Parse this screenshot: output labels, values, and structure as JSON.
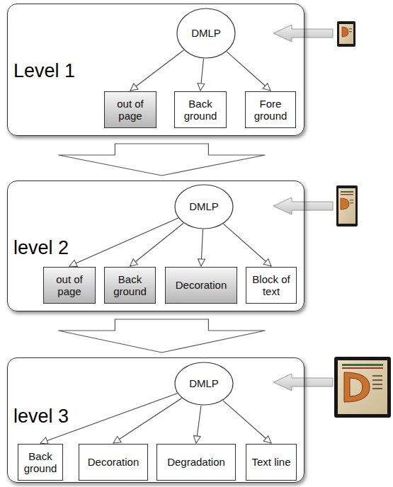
{
  "diagram": {
    "nodes": [
      {
        "text": [
          "Level 1"
        ]
      },
      {
        "text": [
          "DMLP"
        ],
        "in": 0
      },
      {
        "text": [
          "out of page"
        ],
        "in": 0
      },
      {
        "text": [
          "Back ground"
        ],
        "in": 0
      },
      {
        "text": [
          "Fore ground"
        ],
        "in": 0
      },
      {
        "text": [
          "level 2"
        ]
      },
      {
        "text": [
          "DMLP"
        ],
        "in": 5
      },
      {
        "text": [
          "out of page"
        ],
        "in": 5
      },
      {
        "text": [
          "Back ground"
        ],
        "in": 5
      },
      {
        "text": [
          "Decoration"
        ],
        "in": 5
      },
      {
        "text": [
          "Block of text"
        ],
        "in": 5
      },
      {
        "text": [
          "level 3"
        ]
      },
      {
        "text": [
          "DMLP"
        ],
        "in": 11
      },
      {
        "text": [
          "Back ground"
        ],
        "in": 11
      },
      {
        "text": [
          "Decoration"
        ],
        "in": 11
      },
      {
        "text": [
          "Degradation"
        ],
        "in": 11
      },
      {
        "text": [
          "Text line"
        ],
        "in": 11
      }
    ],
    "edges": [
      {
        "from": 1,
        "to": 2,
        "arrow": "to"
      },
      {
        "from": 1,
        "to": 3,
        "arrow": "to"
      },
      {
        "from": 1,
        "to": 4,
        "arrow": "to"
      },
      {
        "from": 6,
        "to": 7,
        "arrow": "to"
      },
      {
        "from": 6,
        "to": 8,
        "arrow": "to"
      },
      {
        "from": 6,
        "to": 9,
        "arrow": "to"
      },
      {
        "from": 6,
        "to": 10,
        "arrow": "to"
      },
      {
        "from": 12,
        "to": 13,
        "arrow": "to"
      },
      {
        "from": 12,
        "to": 14,
        "arrow": "to"
      },
      {
        "from": 12,
        "to": 15,
        "arrow": "to"
      },
      {
        "from": 12,
        "to": 16,
        "arrow": "to"
      },
      {
        "from": 0,
        "to": 5,
        "arrow": "to"
      },
      {
        "from": 5,
        "to": 11,
        "arrow": "to"
      }
    ]
  }
}
